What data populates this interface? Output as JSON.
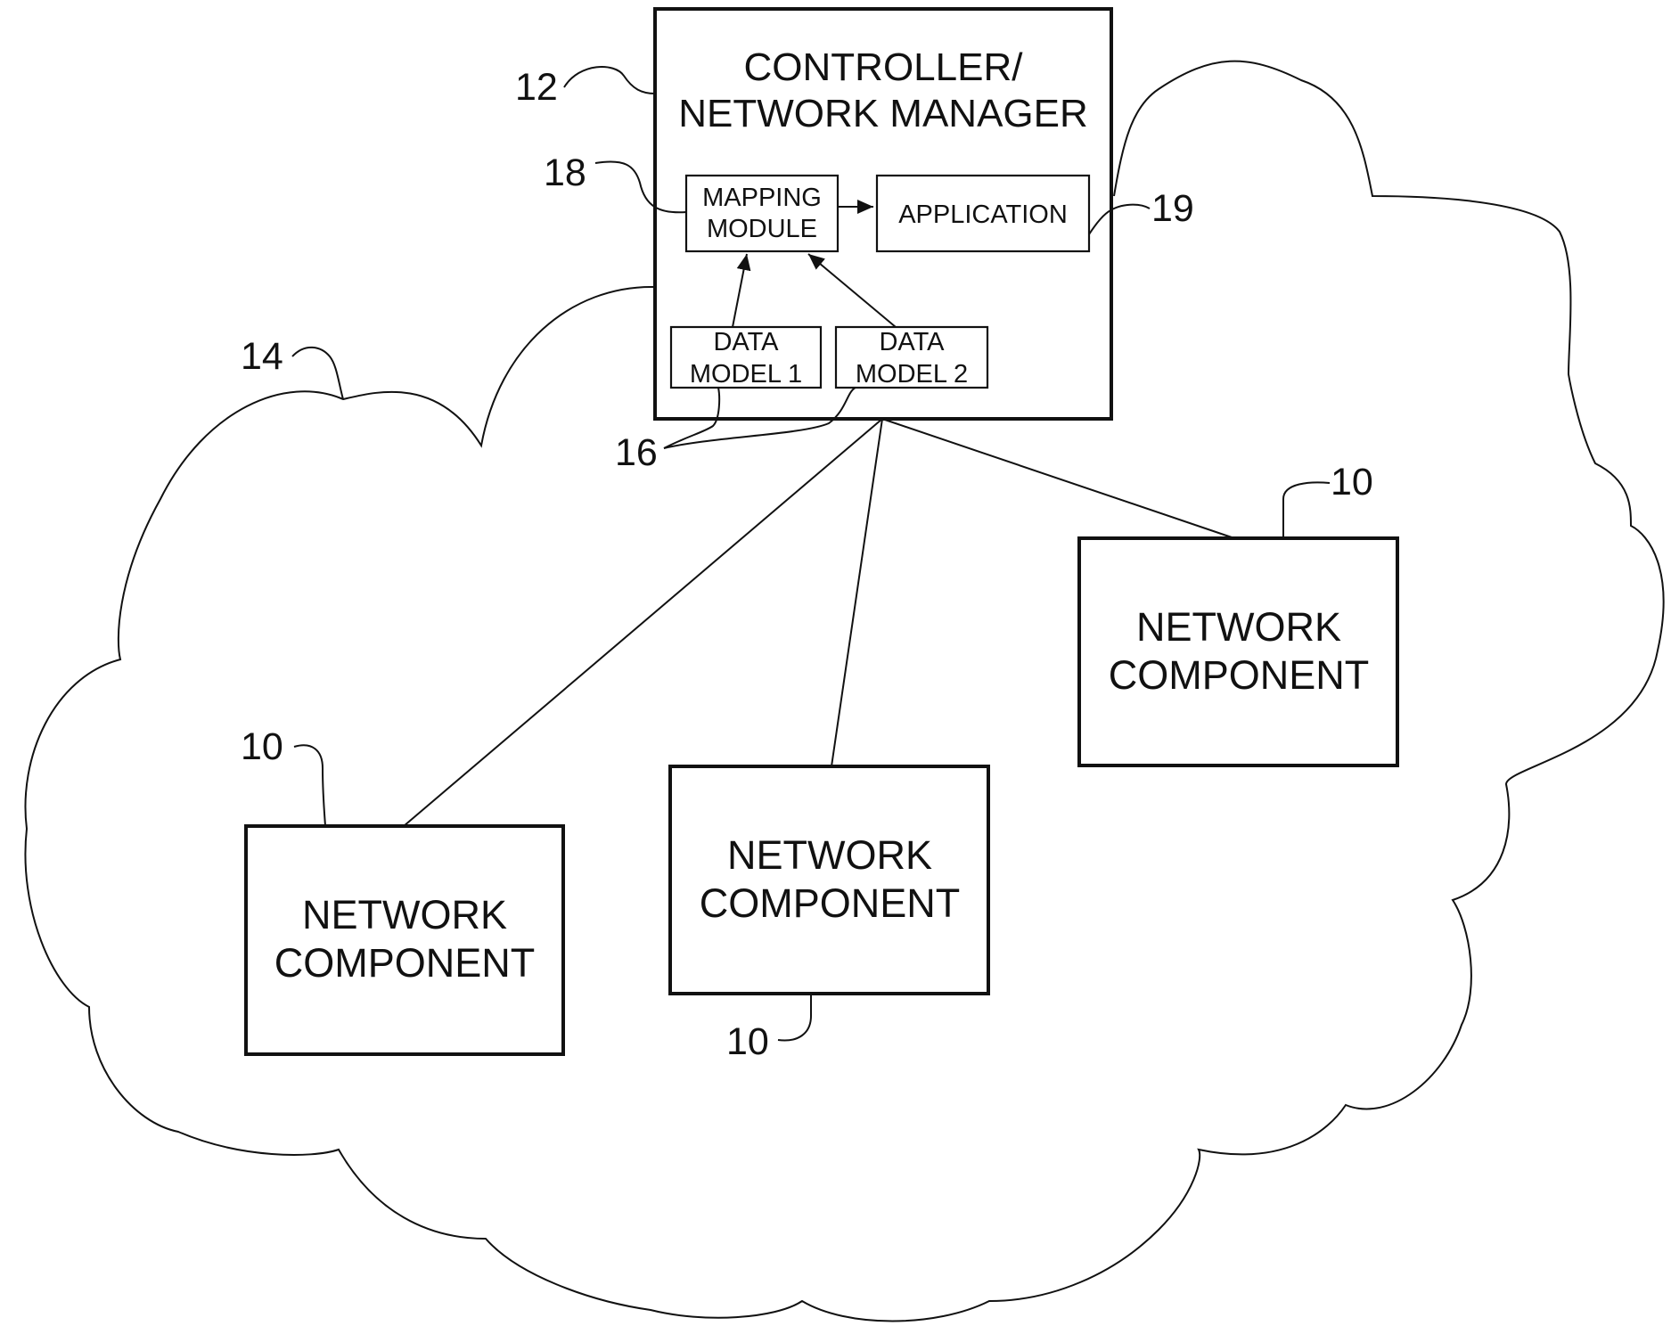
{
  "diagram": {
    "controller": {
      "ref": "12",
      "title_line1": "CONTROLLER/",
      "title_line2": "NETWORK MANAGER"
    },
    "mapping_module": {
      "ref": "18",
      "line1": "MAPPING",
      "line2": "MODULE"
    },
    "application": {
      "ref": "19",
      "label": "APPLICATION"
    },
    "data_model_1": {
      "line1": "DATA",
      "line2": "MODEL 1"
    },
    "data_model_2": {
      "line1": "DATA",
      "line2": "MODEL 2"
    },
    "data_models_ref": "16",
    "network_ref": "14",
    "network_components": [
      {
        "ref": "10",
        "line1": "NETWORK",
        "line2": "COMPONENT"
      },
      {
        "ref": "10",
        "line1": "NETWORK",
        "line2": "COMPONENT"
      },
      {
        "ref": "10",
        "line1": "NETWORK",
        "line2": "COMPONENT"
      }
    ]
  }
}
